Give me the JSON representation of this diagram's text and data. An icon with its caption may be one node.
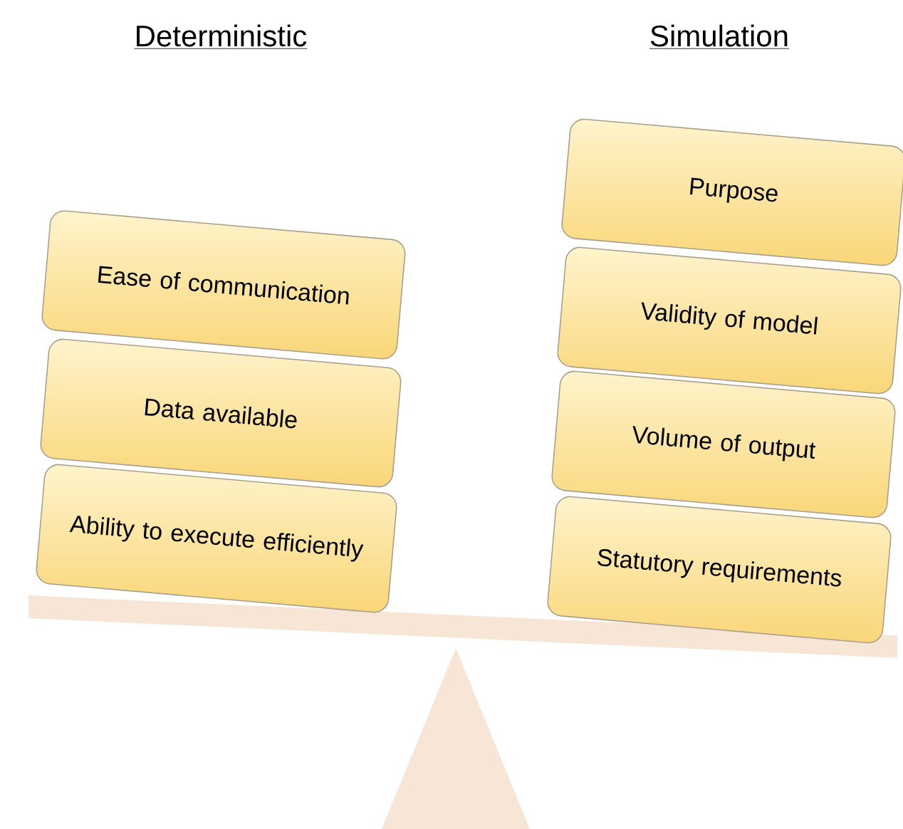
{
  "diagram": {
    "nodes": [
      {
        "text": [
          "Ease of communication"
        ]
      },
      {
        "text": [
          "Data available"
        ]
      },
      {
        "text": [
          "Ability to execute efficiently"
        ]
      },
      {
        "text": [
          "Purpose"
        ]
      },
      {
        "text": [
          "Validity of model"
        ]
      },
      {
        "text": [
          "Volume of output"
        ]
      },
      {
        "text": [
          "Statutory requirements"
        ]
      }
    ],
    "labels": [
      "Deterministic",
      "Simulation"
    ]
  }
}
